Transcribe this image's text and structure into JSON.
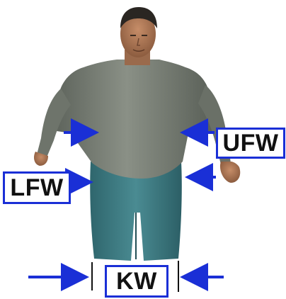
{
  "figure": {
    "labels": {
      "ufw": "UFW",
      "lfw": "LFW",
      "kw": "KW"
    },
    "colors": {
      "arrow": "#1a2fd6",
      "box_border": "#1a2fd6",
      "shirt": "#7b8177",
      "jeans": "#3f7f86",
      "skin": "#b07a57",
      "hair": "#2a2622"
    },
    "subject": "kneeling-person-figure"
  }
}
